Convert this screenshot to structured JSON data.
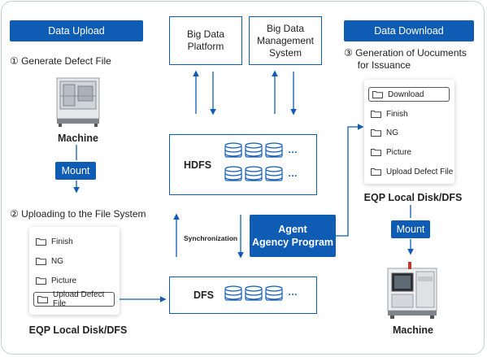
{
  "upload": {
    "header": "Data Upload",
    "step1": "① Generate Defect File",
    "machine_label": "Machine",
    "mount": "Mount",
    "step2": "② Uploading to the File System",
    "disk_label": "EQP Local Disk/DFS",
    "folders": [
      "Finish",
      "NG",
      "Picture",
      "Upload Defect File"
    ]
  },
  "center": {
    "big_data_platform": "Big Data\nPlatform",
    "big_data_management": "Big Data\nManagement\nSystem",
    "hdfs": "HDFS",
    "dfs": "DFS",
    "synchronization": "Synchronization",
    "agent": "Agent\nAgency Program",
    "ellipsis": "…"
  },
  "download": {
    "header": "Data Download",
    "step3": "③ Generation of Uocuments\n     for Issuance",
    "folders": [
      "Download",
      "Finish",
      "NG",
      "Picture",
      "Upload Defect File"
    ],
    "disk_label": "EQP Local Disk/DFS",
    "mount": "Mount",
    "machine_label": "Machine"
  },
  "colors": {
    "accent": "#0f5cb5",
    "border": "#c9ced6"
  }
}
